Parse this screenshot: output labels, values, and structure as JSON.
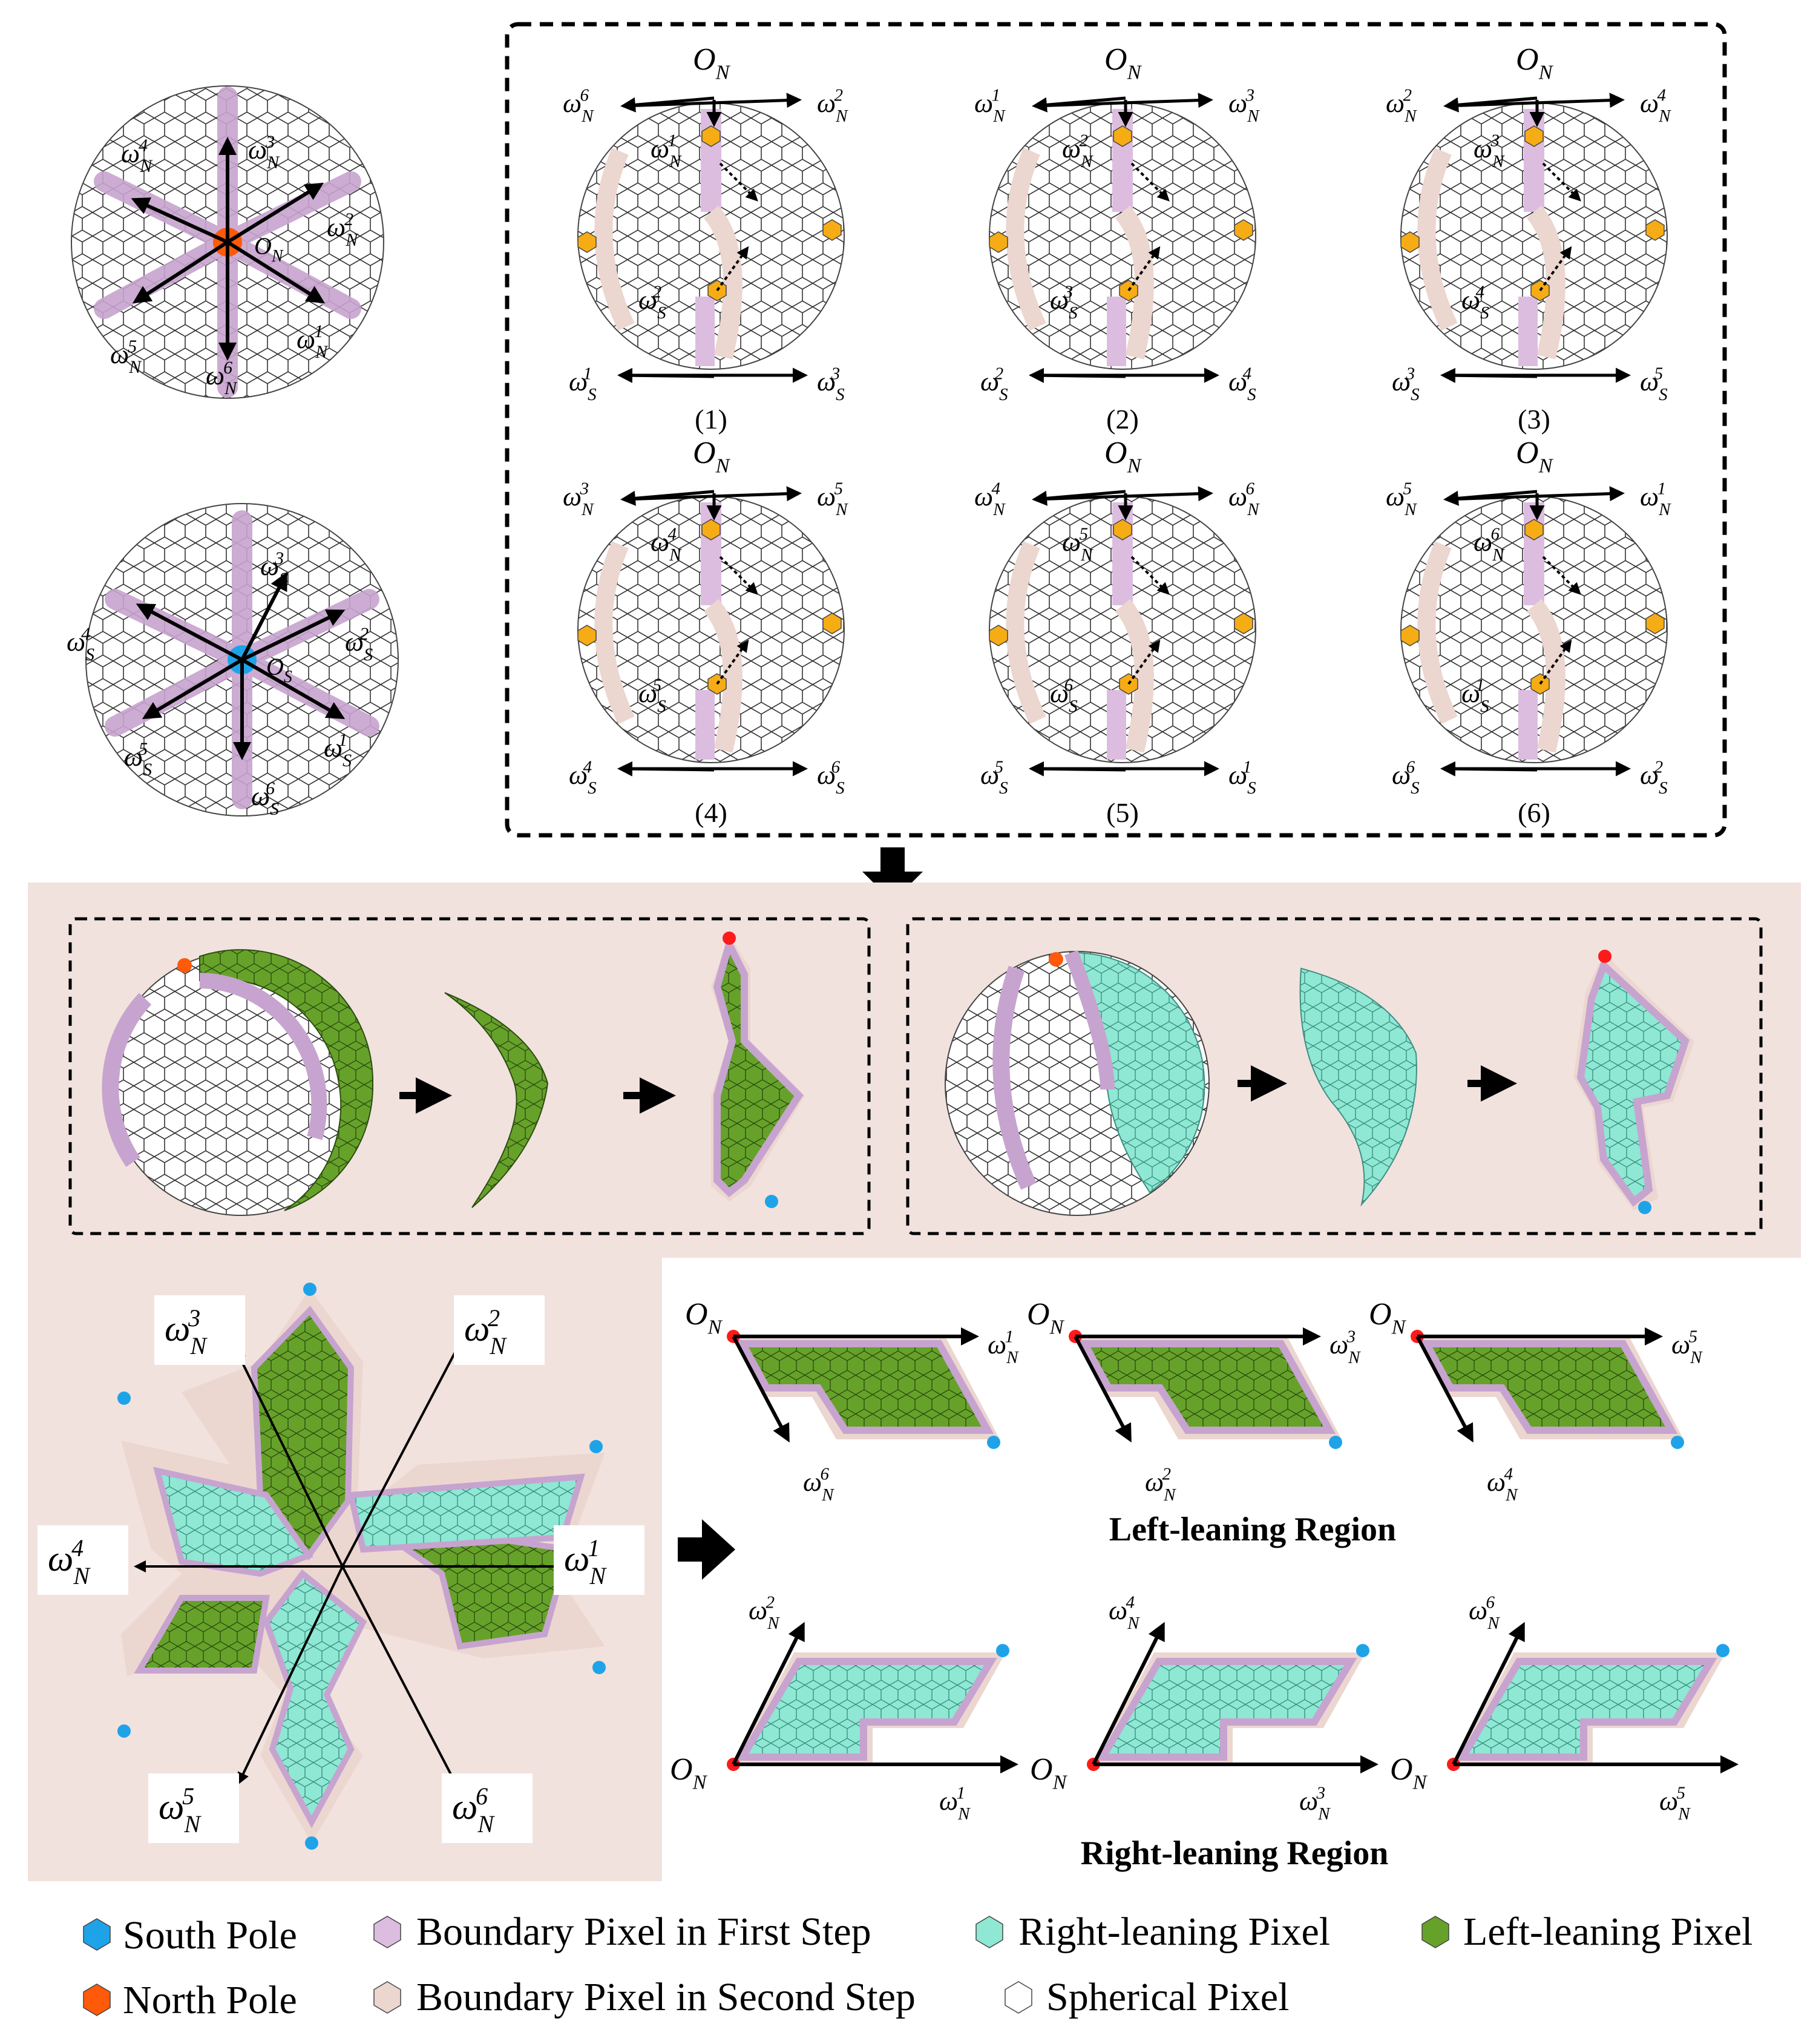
{
  "colors": {
    "south_pole": "#1fa3e8",
    "north_pole": "#ff5a0a",
    "boundary_first": "#dcbde0",
    "boundary_second": "#ecd6d0",
    "right_leaning": "#8ee8d4",
    "left_leaning": "#66a22a",
    "spherical": "#ffffff",
    "vertex": "#f6ac14",
    "panel_bg": "#f1e2de"
  },
  "labels": {
    "o_n": "O_N",
    "o_s": "O_S",
    "omega": "ω"
  },
  "panel_numbers": [
    "(1)",
    "(2)",
    "(3)",
    "(4)",
    "(5)",
    "(6)"
  ],
  "captions": {
    "left_leaning": "Left-leaning Region",
    "right_leaning": "Right-leaning Region"
  },
  "legend": [
    {
      "label": "South Pole",
      "icon": "south-pole-hexagon-icon"
    },
    {
      "label": "Boundary Pixel in First Step",
      "icon": "boundary-first-hexagon-icon"
    },
    {
      "label": "Right-leaning Pixel",
      "icon": "right-leaning-hexagon-icon"
    },
    {
      "label": "Left-leaning Pixel",
      "icon": "left-leaning-hexagon-icon"
    },
    {
      "label": "North Pole",
      "icon": "north-pole-hexagon-icon"
    },
    {
      "label": "Boundary Pixel in Second Step",
      "icon": "boundary-second-hexagon-icon"
    },
    {
      "label": "Spherical Pixel",
      "icon": "spherical-hexagon-icon"
    }
  ]
}
